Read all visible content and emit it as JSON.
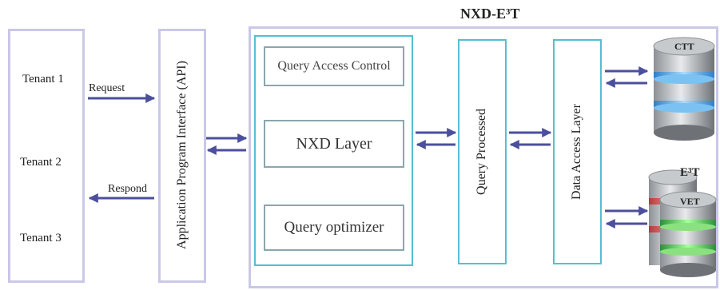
{
  "system_title": "NXD-E³T",
  "tenants": [
    {
      "label": "Tenant 1"
    },
    {
      "label": "Tenant 2"
    },
    {
      "label": "Tenant 3"
    }
  ],
  "flows": {
    "request": "Request",
    "respond": "Respond"
  },
  "api": {
    "label": "Application  Program  Interface (API)"
  },
  "modules": {
    "query_access_control": "Query Access Control",
    "nxd_layer": "NXD Layer",
    "query_optimizer": "Query optimizer"
  },
  "query_processed": "Query Processed",
  "data_access_layer": "Data Access Layer",
  "databases": {
    "ctt": "CTT",
    "e3t": "E³T",
    "vet": "VET"
  },
  "colors": {
    "frame_purple": "#c9c8e8",
    "teal": "#55bfd0",
    "arrow": "#4b4f9c"
  }
}
